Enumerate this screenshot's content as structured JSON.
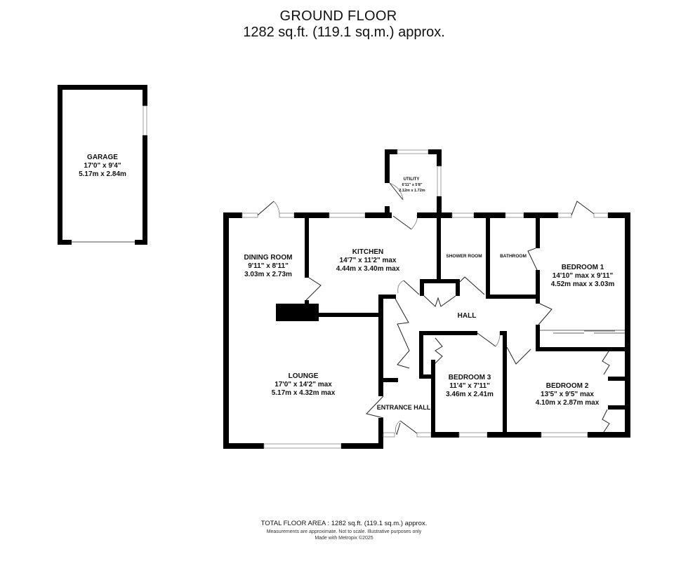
{
  "header": {
    "title": "GROUND FLOOR",
    "subtitle": "1282 sq.ft. (119.1 sq.m.) approx."
  },
  "rooms": {
    "garage": {
      "name": "GARAGE",
      "imperial": "17'0\"  x 9'4\"",
      "metric": "5.17m  x 2.84m"
    },
    "utility": {
      "name": "UTILITY",
      "imperial": "6'11\"  x 5'8\"",
      "metric": "2.12m  x 1.72m"
    },
    "dining": {
      "name": "DINING ROOM",
      "imperial": "9'11\"  x 8'11\"",
      "metric": "3.03m  x 2.73m"
    },
    "kitchen": {
      "name": "KITCHEN",
      "imperial": "14'7\"  x 11'2\" max",
      "metric": "4.44m  x 3.40m max"
    },
    "shower": {
      "name": "SHOWER ROOM"
    },
    "bathroom": {
      "name": "BATHROOM"
    },
    "bedroom1": {
      "name": "BEDROOM 1",
      "imperial": "14'10\" max x 9'11\"",
      "metric": "4.52m max x 3.03m"
    },
    "hall": {
      "name": "HALL"
    },
    "lounge": {
      "name": "LOUNGE",
      "imperial": "17'0\"  x 14'2\" max",
      "metric": "5.17m  x 4.32m max"
    },
    "entrance": {
      "name": "ENTRANCE HALL"
    },
    "bedroom3": {
      "name": "BEDROOM 3",
      "imperial": "11'4\"  x 7'11\"",
      "metric": "3.46m  x 2.41m"
    },
    "bedroom2": {
      "name": "BEDROOM 2",
      "imperial": "13'5\"  x 9'5\" max",
      "metric": "4.10m  x 2.87m max"
    }
  },
  "footer": {
    "total": "TOTAL FLOOR AREA : 1282 sq.ft. (119.1 sq.m.) approx.",
    "disclaimer": "Measurements are approximate.  Not to scale.  Illustrative purposes only",
    "credit": "Made with Metropix ©2025"
  }
}
